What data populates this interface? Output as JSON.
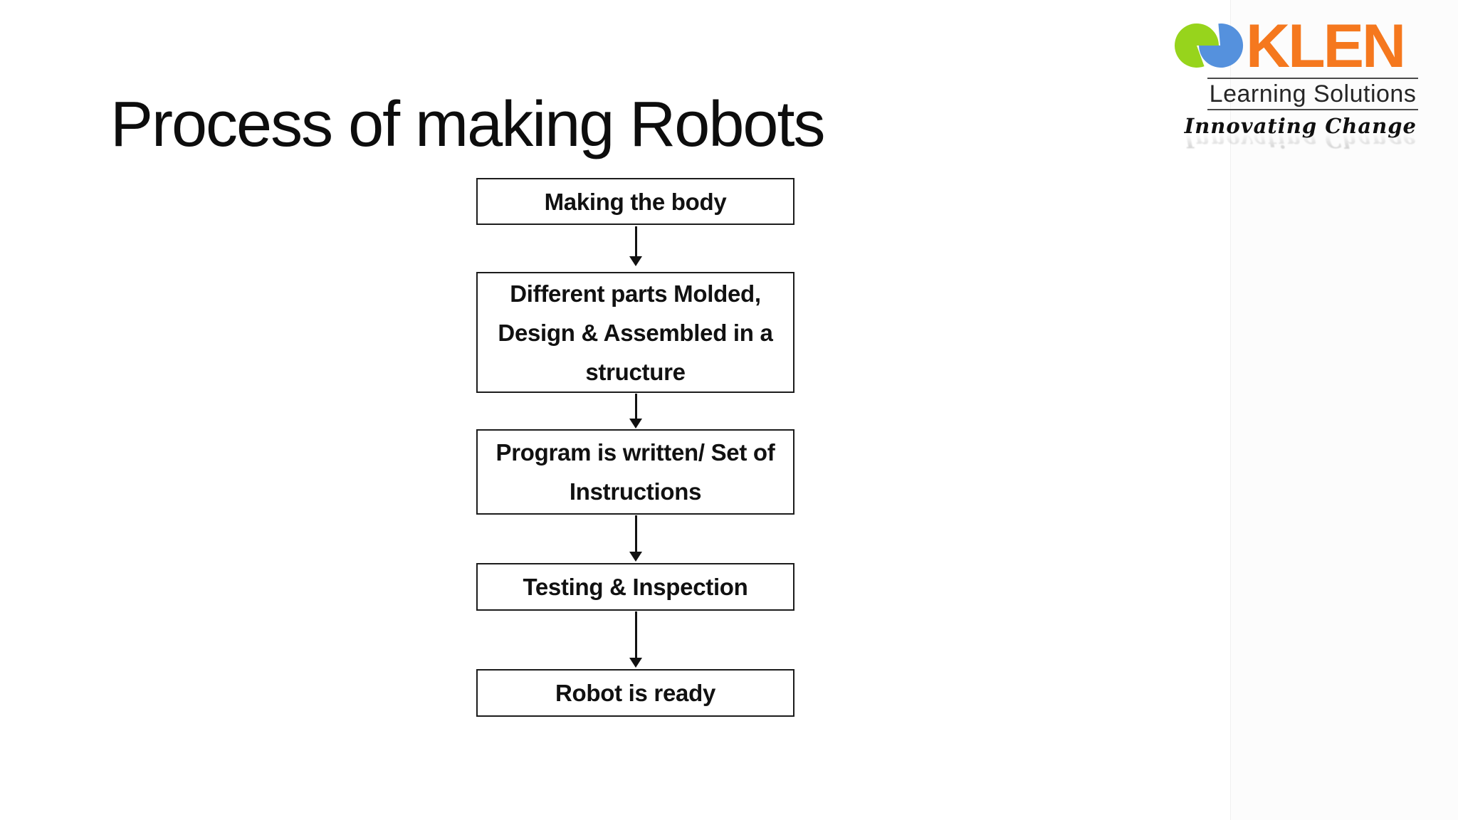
{
  "slide": {
    "title": "Process of making Robots",
    "flow_steps": [
      {
        "label": "Making the body",
        "lines": [
          "Making the body"
        ]
      },
      {
        "label": "Different parts Molded, Design & Assembled in a structure",
        "lines": [
          "Different parts Molded,",
          "Design & Assembled in a",
          "structure"
        ]
      },
      {
        "label": "Program is written/ Set of Instructions",
        "lines": [
          "Program is written/ Set of",
          "Instructions"
        ]
      },
      {
        "label": "Testing & Inspection",
        "lines": [
          "Testing & Inspection"
        ]
      },
      {
        "label": "Robot is ready",
        "lines": [
          "Robot is ready"
        ]
      }
    ]
  },
  "logo": {
    "brand": "KLEN",
    "subtitle": "Learning Solutions",
    "tagline": "Innovating Change",
    "colors": {
      "brand_orange": "#F5781E",
      "mark_green": "#97D41C",
      "mark_blue": "#5591DD"
    }
  }
}
